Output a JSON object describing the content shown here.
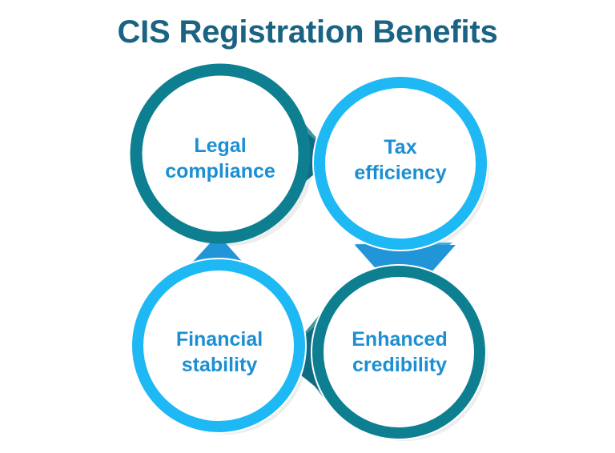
{
  "page": {
    "title": "CIS Registration Benefits",
    "background_color": "#ffffff"
  },
  "theme": {
    "title_color": "#1a6382",
    "teal_ring": "#0e7f91",
    "blue_ring": "#1eb8f5",
    "arrow_dark_teal": "#0f6b84",
    "arrow_blue": "#2295d8",
    "label_color": "#1b8fd2",
    "shadow_color": "#e9ecec"
  },
  "diagram": {
    "type": "cycle",
    "direction": "clockwise",
    "nodes": [
      {
        "id": "legal-compliance",
        "label": "Legal\ncompliance",
        "label_text": "Legal compliance",
        "position": "top-left",
        "ring_color": "#0e7f91"
      },
      {
        "id": "tax-efficiency",
        "label": "Tax\nefficiency",
        "label_text": "Tax efficiency",
        "position": "top-right",
        "ring_color": "#1eb8f5"
      },
      {
        "id": "enhanced-credibility",
        "label": "Enhanced\ncredibility",
        "label_text": "Enhanced credibility",
        "position": "bottom-right",
        "ring_color": "#0e7f91"
      },
      {
        "id": "financial-stability",
        "label": "Financial\nstability",
        "label_text": "Financial stability",
        "position": "bottom-left",
        "ring_color": "#1eb8f5"
      }
    ],
    "arrows": [
      {
        "id": "arrow-legal-to-tax",
        "from": "legal-compliance",
        "to": "tax-efficiency",
        "direction": "right",
        "color": "#0f6b84"
      },
      {
        "id": "arrow-tax-to-credibility",
        "from": "tax-efficiency",
        "to": "enhanced-credibility",
        "direction": "down",
        "color": "#2295d8"
      },
      {
        "id": "arrow-credibility-to-stability",
        "from": "enhanced-credibility",
        "to": "financial-stability",
        "direction": "left",
        "color": "#0f6b84"
      },
      {
        "id": "arrow-stability-to-legal",
        "from": "financial-stability",
        "to": "legal-compliance",
        "direction": "up",
        "color": "#2295d8"
      }
    ]
  }
}
